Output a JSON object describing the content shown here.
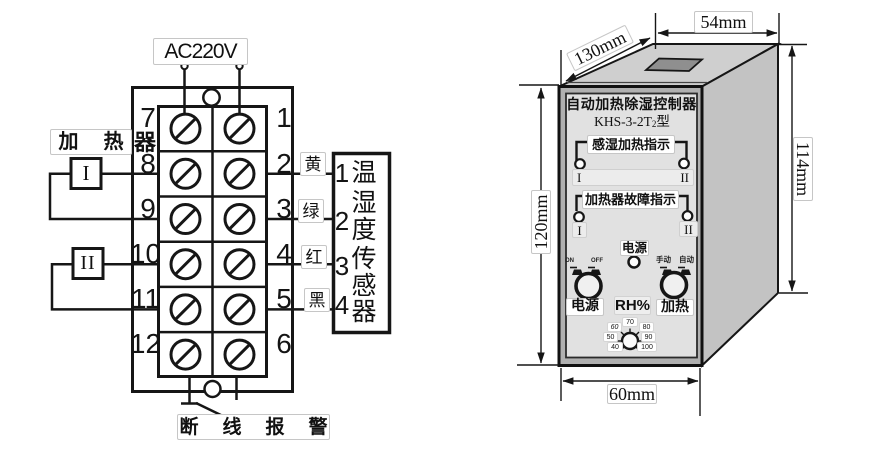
{
  "left": {
    "power_label": "AC220V",
    "heater_label": "加热",
    "heater_char": "器",
    "heater_unit_1": "I",
    "heater_unit_2": "II",
    "terminals_left": [
      "7",
      "8",
      "9",
      "10",
      "11",
      "12"
    ],
    "terminals_right": [
      "1",
      "2",
      "3",
      "4",
      "5",
      "6"
    ],
    "wire_colors": [
      "黄",
      "绿",
      "红",
      "黑"
    ],
    "sensor_pins": [
      "1",
      "2",
      "3",
      "4"
    ],
    "sensor_chars": [
      "温",
      "湿",
      "度",
      "传",
      "感",
      "器"
    ],
    "alarm_label": "断线报警"
  },
  "right": {
    "title": "自动加热除湿控制器",
    "model_prefix": "KHS-3-2T",
    "model_sub": "2",
    "model_suffix": "型",
    "indicator_humidity_heating": "感湿加热指示",
    "indicator_heater_fault": "加热器故障指示",
    "unit_1": "I",
    "unit_2": "II",
    "power_led_label": "电源",
    "switch_on": "ON",
    "switch_off": "OFF",
    "switch_manual": "手动",
    "switch_auto": "自动",
    "knob_power_label": "电源",
    "rh_label": "RH%",
    "knob_heat_label": "加热",
    "dial_values": [
      "70",
      "60",
      "50",
      "40",
      "80",
      "90",
      "100"
    ],
    "dimensions": {
      "depth": "130mm",
      "top_width": "54mm",
      "back_height": "114mm",
      "front_height": "120mm",
      "front_width": "60mm"
    }
  },
  "colors": {
    "line": "#161616",
    "panel_face": "#e1e1e1",
    "front_frame": "#b0b0b0",
    "top_face": "#cfcfcf",
    "side_face": "#c3c3c3",
    "slot": "#8f8f8f"
  }
}
